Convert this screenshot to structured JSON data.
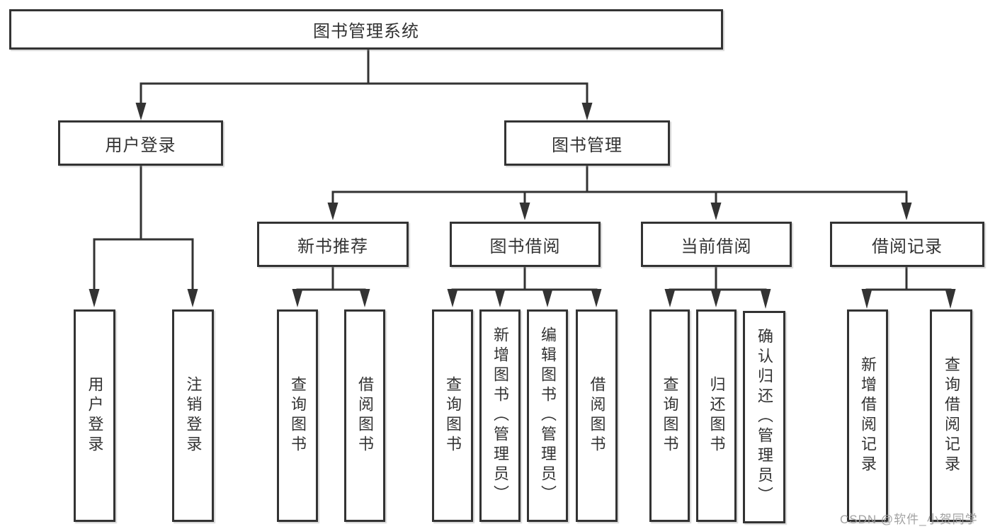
{
  "diagram": {
    "root": {
      "label": "图书管理系统"
    },
    "level2": {
      "user_login": {
        "label": "用户登录"
      },
      "book_management": {
        "label": "图书管理"
      }
    },
    "level3": {
      "new_book_recommend": {
        "label": "新书推荐"
      },
      "book_borrow": {
        "label": "图书借阅"
      },
      "current_borrow": {
        "label": "当前借阅"
      },
      "borrow_record": {
        "label": "借阅记录"
      }
    },
    "leaves": {
      "user_login": {
        "label": "用户登录"
      },
      "logout": {
        "label": "注销登录"
      },
      "nb_query": {
        "label": "查询图书"
      },
      "nb_borrow": {
        "label": "借阅图书"
      },
      "bb_query": {
        "label": "查询图书"
      },
      "bb_add": {
        "label": "新增图书（管理员）"
      },
      "bb_edit": {
        "label": "编辑图书（管理员）"
      },
      "bb_borrow": {
        "label": "借阅图书"
      },
      "cb_query": {
        "label": "查询图书"
      },
      "cb_return": {
        "label": "归还图书"
      },
      "cb_confirm": {
        "label": "确认归还（管理员）"
      },
      "br_add": {
        "label": "新增借阅记录"
      },
      "br_query": {
        "label": "查询借阅记录"
      }
    }
  },
  "watermark": {
    "text": "CSDN @软件_小贺同学"
  },
  "colors": {
    "line": "#333333",
    "text": "#333333",
    "watermark": "#9a9a9a",
    "background": "#ffffff"
  }
}
